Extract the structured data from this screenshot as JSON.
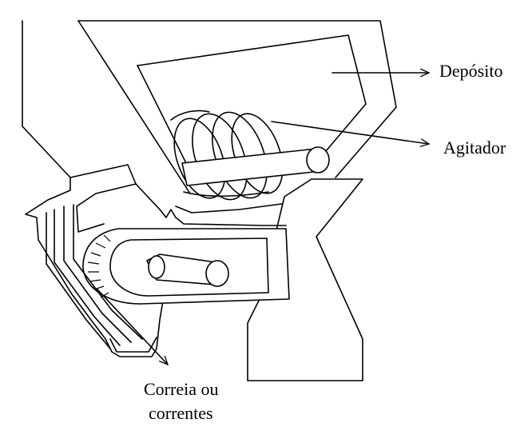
{
  "labels": {
    "deposito": "Depósito",
    "agitador": "Agitador",
    "correia_line1": "Correia ou",
    "correia_line2": "correntes"
  }
}
